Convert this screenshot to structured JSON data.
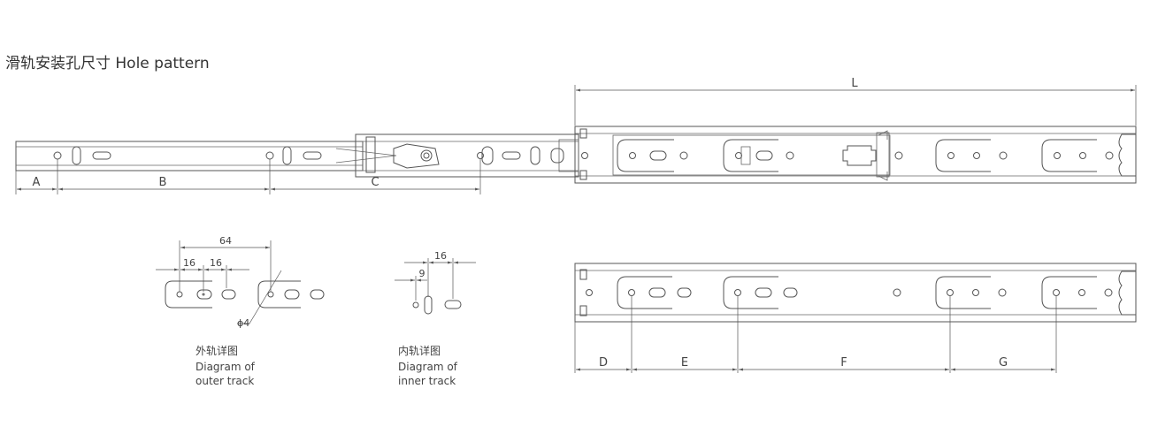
{
  "title": "滑轨安装孔尺寸 Hole pattern",
  "dims": {
    "L": "L",
    "A": "A",
    "B": "B",
    "C": "C",
    "D": "D",
    "E": "E",
    "F": "F",
    "G": "G",
    "outer_64": "64",
    "outer_16a": "16",
    "outer_16b": "16",
    "outer_phi4": "ϕ4",
    "inner_16": "16",
    "inner_9": "9"
  },
  "captions": {
    "outer": [
      "外轨详图",
      "Diagram of",
      "outer track"
    ],
    "inner": [
      "内轨详图",
      "Diagram of",
      "inner track"
    ]
  }
}
